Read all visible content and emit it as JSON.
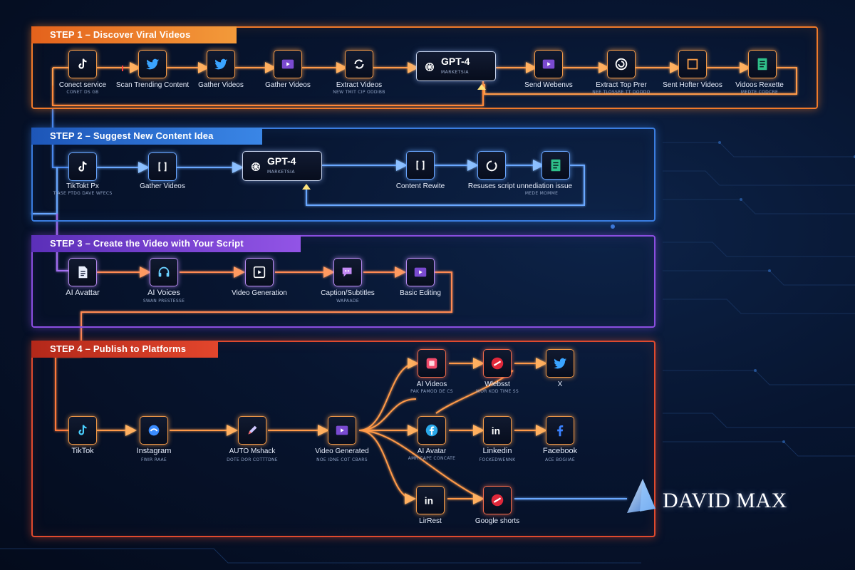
{
  "brand": {
    "name": "DAVID MAX"
  },
  "steps": [
    {
      "title": "STEP 1 – Discover Viral Videos",
      "gpt": {
        "title": "GPT-4",
        "subtitle": "MARKETSIA"
      },
      "nodes": [
        {
          "label": "Conect service",
          "sub": "CONET DS GB",
          "icon": "tiktok-icon"
        },
        {
          "label": "Scan Trending Content",
          "sub": "",
          "icon": "twitter-icon"
        },
        {
          "label": "Gather Videos",
          "sub": "",
          "icon": "twitter-icon"
        },
        {
          "label": "Gather Videos",
          "sub": "",
          "icon": "play-icon"
        },
        {
          "label": "Extract Videos",
          "sub": "NEW TMIT CIP ODDIBB",
          "icon": "refresh-icon"
        },
        {
          "label": "Send Webenvs",
          "sub": "",
          "icon": "play-icon"
        },
        {
          "label": "Extract Top Prer",
          "sub": "NEE TLOSSRE TT DODDO",
          "icon": "spiral-icon"
        },
        {
          "label": "Sent Hofter Videos",
          "sub": "",
          "icon": "square-icon"
        },
        {
          "label": "Vidoos Rexette",
          "sub": "MEDTE CODCRE",
          "icon": "document-icon"
        }
      ]
    },
    {
      "title": "STEP 2 – Suggest New Content Idea",
      "gpt": {
        "title": "GPT-4",
        "subtitle": "MARKETSIA"
      },
      "nodes": [
        {
          "label": "TikTokt Px",
          "sub": "TIASE PTDG DAVE WFECS",
          "icon": "tiktok-icon"
        },
        {
          "label": "Gather Videos",
          "sub": "",
          "icon": "brackets-icon"
        },
        {
          "label": "Content Rewite",
          "sub": "",
          "icon": "brackets-icon"
        },
        {
          "label": "Resuses script unnediation issue",
          "sub": "MEDE MOMME",
          "icon": "circle-icon"
        },
        {
          "label": "",
          "sub": "",
          "icon": "document-icon"
        }
      ]
    },
    {
      "title": "STEP 3 – Create the Video with Your Script",
      "nodes": [
        {
          "label": "AI Avattar",
          "sub": "",
          "icon": "document-icon"
        },
        {
          "label": "AI Voices",
          "sub": "SWAN PRESTESSE",
          "icon": "headset-icon"
        },
        {
          "label": "Video Generation",
          "sub": "",
          "icon": "video-icon"
        },
        {
          "label": "Caption/Subtitles",
          "sub": "WAPAADE",
          "icon": "chat-icon"
        },
        {
          "label": "Basic Editing",
          "sub": "",
          "icon": "play-icon"
        }
      ]
    },
    {
      "title": "STEP 4 – Publish to Platforms",
      "nodes": [
        {
          "label": "TikTok",
          "sub": "",
          "icon": "tiktok-icon"
        },
        {
          "label": "Instagram",
          "sub": "FWIR RAAE",
          "icon": "instagram-icon"
        },
        {
          "label": "AUTO Mshack",
          "sub": "DOTE DOR COTTTDNE",
          "icon": "pencil-icon"
        },
        {
          "label": "Video Generated",
          "sub": "NOE IDNE COT CBARS",
          "icon": "play-icon"
        },
        {
          "label": "AI Videos",
          "sub": "PAK PAMOD DE CS",
          "icon": "ai-icon"
        },
        {
          "label": "Wlebsst",
          "sub": "WOR KOD TIME SS",
          "icon": "slash-icon"
        },
        {
          "label": "X",
          "sub": "",
          "icon": "twitter-icon"
        },
        {
          "label": "AI Avatar",
          "sub": "AMR CAPE CONCATE",
          "icon": "facebook-icon"
        },
        {
          "label": "Linkedin",
          "sub": "FOCKEDWENNK",
          "icon": "linkedin-icon"
        },
        {
          "label": "Facebook",
          "sub": "ACE BOGIIAE",
          "icon": "facebook-icon"
        },
        {
          "label": "LirRest",
          "sub": "",
          "icon": "linkedin-icon"
        },
        {
          "label": "Google shorts",
          "sub": "",
          "icon": "slash-icon"
        }
      ]
    }
  ],
  "colors": {
    "step1": "#f07a2a",
    "step2": "#3a7de0",
    "step3": "#8a4ee0",
    "step4": "#e04a2e",
    "background": "#071530"
  }
}
